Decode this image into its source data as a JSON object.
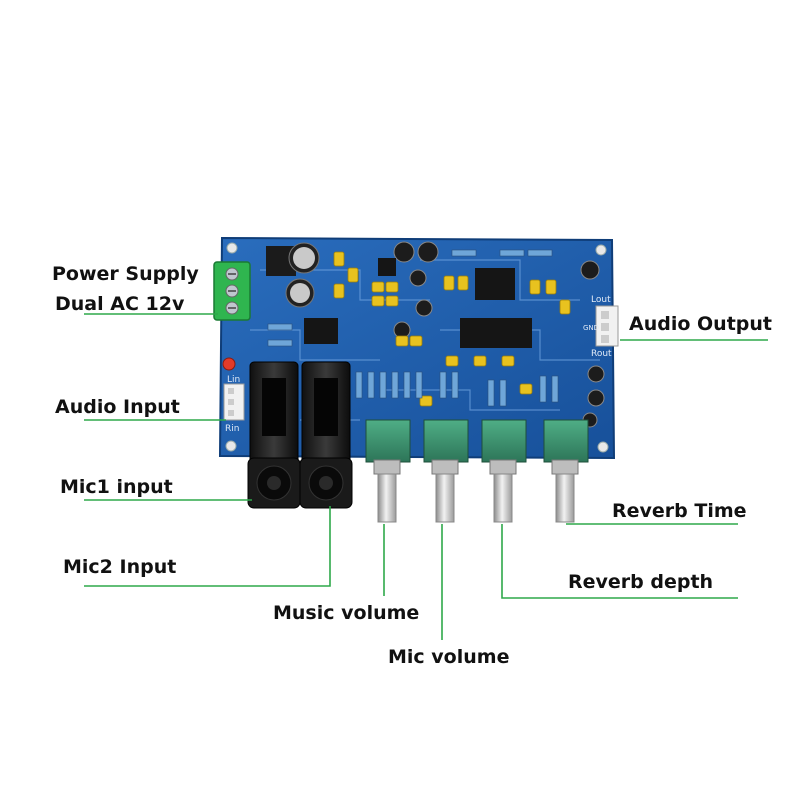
{
  "labels": {
    "power_supply": "Power Supply",
    "dual_ac": "Dual AC 12v",
    "audio_input": "Audio Input",
    "mic1_input": "Mic1 input",
    "mic2_input": "Mic2 Input",
    "music_volume": "Music volume",
    "mic_volume": "Mic volume",
    "audio_output": "Audio Output",
    "reverb_time": "Reverb Time",
    "reverb_depth": "Reverb depth"
  },
  "board_markings": {
    "lin": "Lin",
    "rin": "Rin",
    "lout": "Lout",
    "rout": "Rout",
    "gnd": "GND"
  },
  "colors": {
    "pcb": "#1f5fae",
    "leader_line": "#2ea84a",
    "terminal": "#2fb54f",
    "potentiometer": "#3a8f6e",
    "label_text": "#111111"
  }
}
